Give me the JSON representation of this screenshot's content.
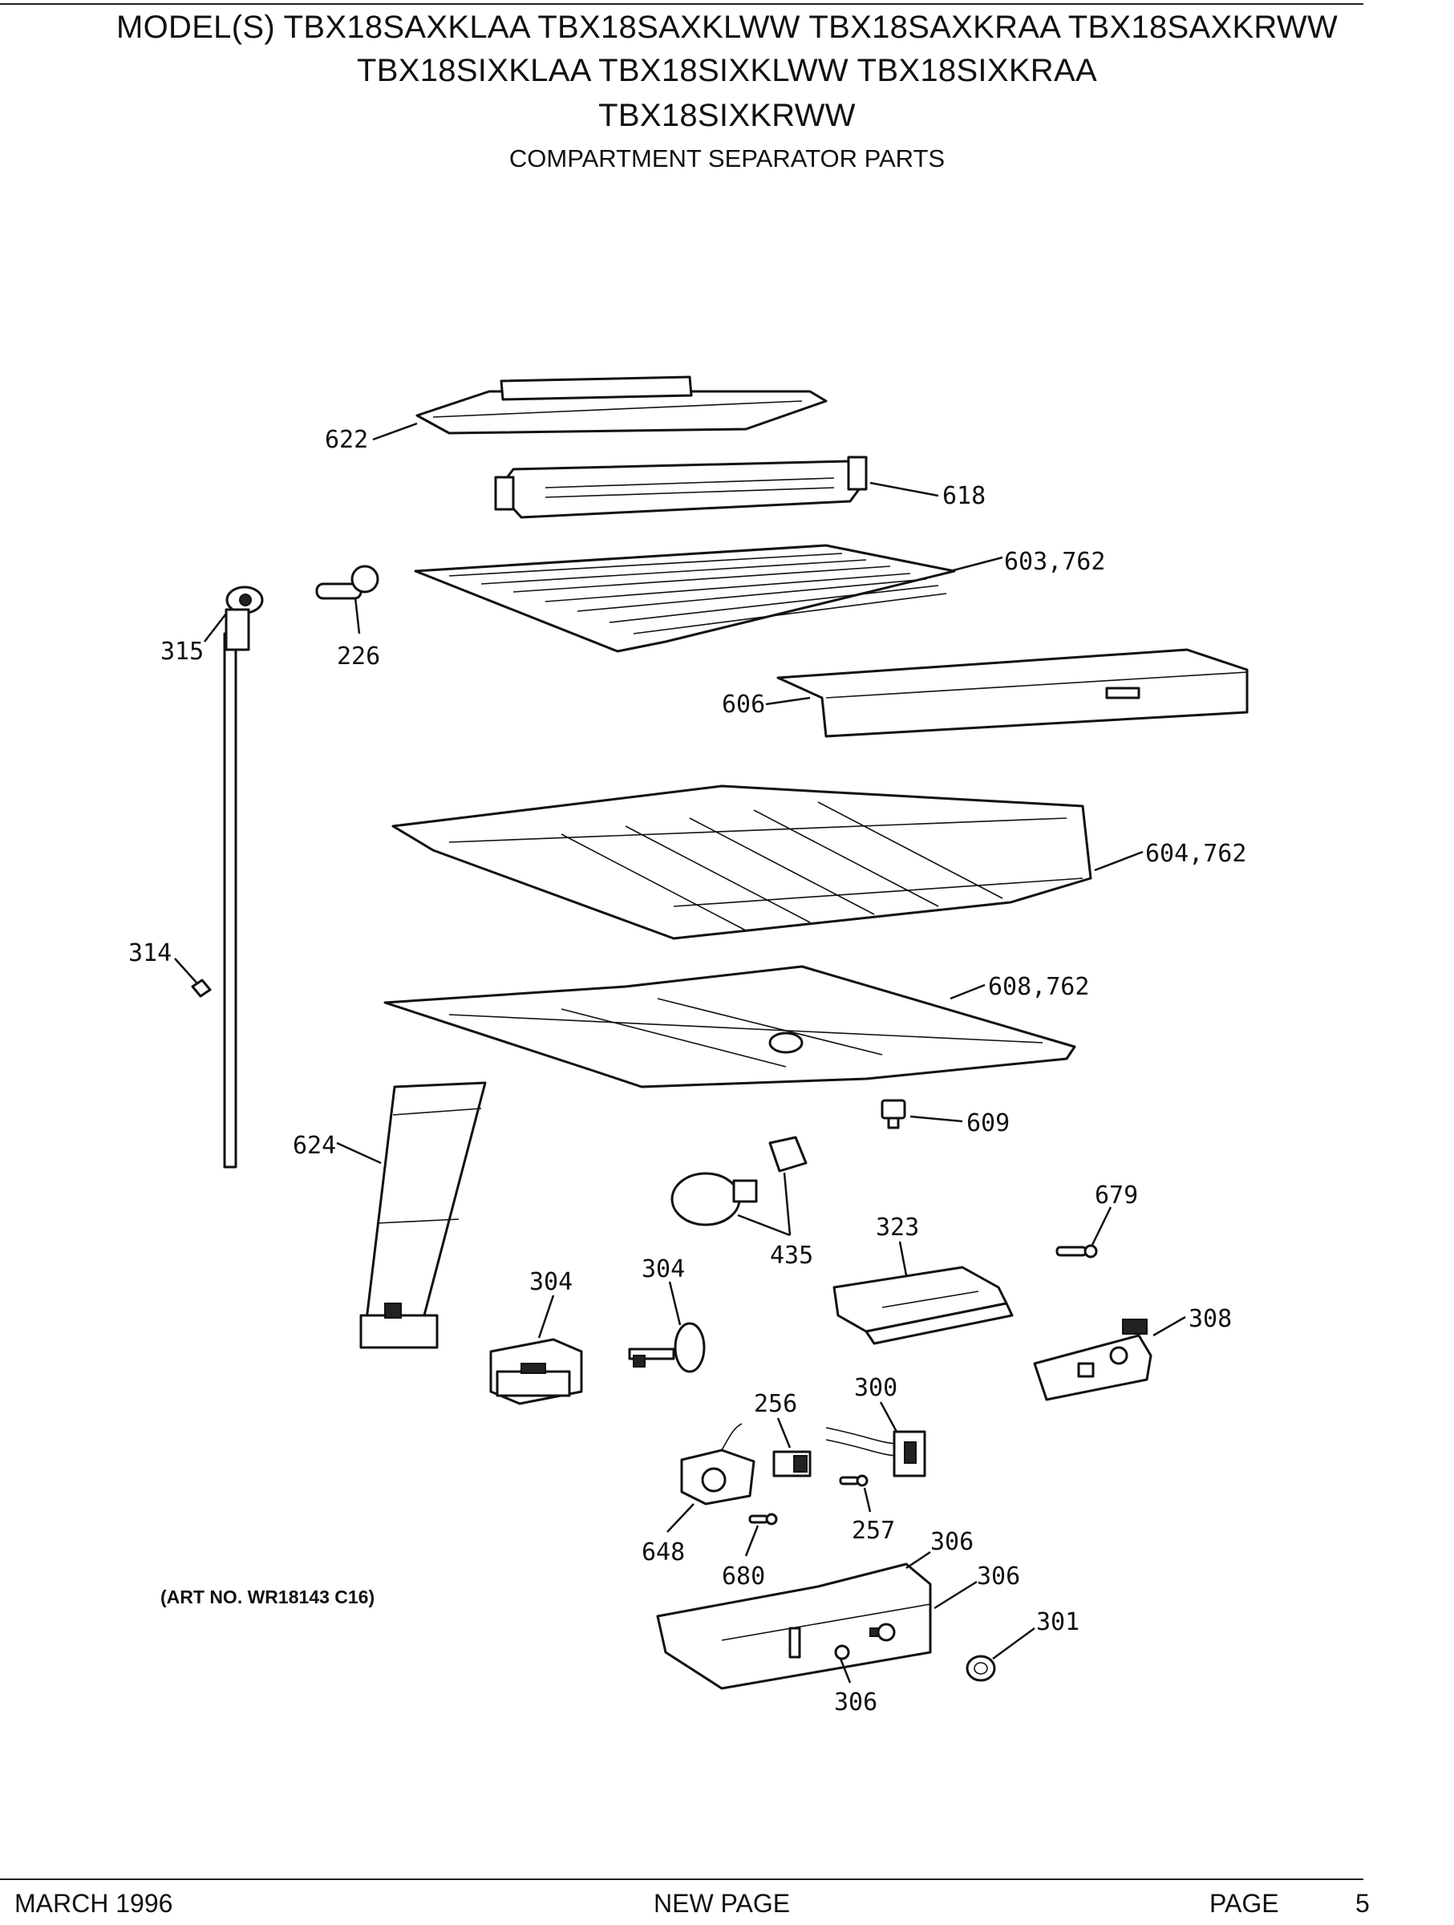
{
  "header": {
    "models_line1": "MODEL(S) TBX18SAXKLAA  TBX18SAXKLWW  TBX18SAXKRAA  TBX18SAXKRWW",
    "models_line2": "TBX18SIXKLAA  TBX18SIXKLWW  TBX18SIXKRAA",
    "models_line3": "TBX18SIXKRWW",
    "section_title": "COMPARTMENT SEPARATOR PARTS"
  },
  "diagram": {
    "art_number": "(ART NO. WR18143 C16)",
    "callouts": {
      "c622": "622",
      "c618": "618",
      "c603": "603,762",
      "c315": "315",
      "c226": "226",
      "c606": "606",
      "c604": "604,762",
      "c314": "314",
      "c608": "608,762",
      "c609": "609",
      "c624": "624",
      "c679": "679",
      "c323": "323",
      "c435": "435",
      "c304a": "304",
      "c304b": "304",
      "c308": "308",
      "c256": "256",
      "c300": "300",
      "c257": "257",
      "c648": "648",
      "c680": "680",
      "c306a": "306",
      "c306b": "306",
      "c306c": "306",
      "c301": "301"
    }
  },
  "footer": {
    "date": "MARCH 1996",
    "center": "NEW PAGE",
    "page_label": "PAGE",
    "page_number": "5"
  }
}
